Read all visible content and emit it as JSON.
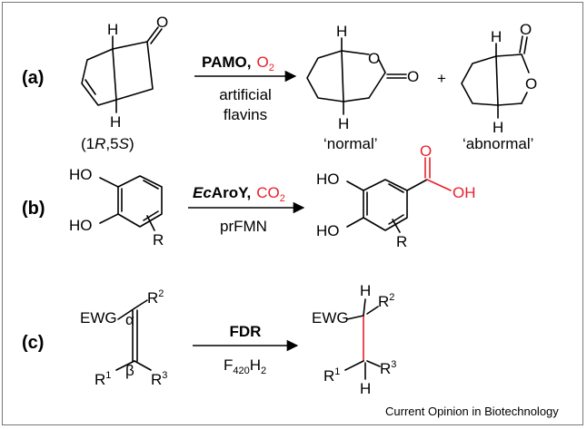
{
  "rows": {
    "a": {
      "label": "(a)",
      "reagent_enzyme": "PAMO",
      "reagent_comma": ",",
      "reagent_cosub": "O",
      "reagent_cosub_sub": "2",
      "below_1": "artificial",
      "below_2": "flavins",
      "substrate_config_pre": "(1",
      "substrate_config_r": "R",
      "substrate_config_mid": ",5",
      "substrate_config_s": "S",
      "substrate_config_post": ")",
      "product_normal": "‘normal’",
      "product_abnormal": "‘abnormal’",
      "plus": "+"
    },
    "b": {
      "label": "(b)",
      "reagent_enzyme_italic": "Ec",
      "reagent_enzyme": "AroY",
      "reagent_comma": ",",
      "reagent_cosub": "CO",
      "reagent_cosub_sub": "2",
      "below": "prFMN"
    },
    "c": {
      "label": "(c)",
      "reagent_enzyme": "FDR",
      "below_main": "F",
      "below_sub1": "420",
      "below_mid": "H",
      "below_sub2": "2"
    }
  },
  "atoms": {
    "H": "H",
    "O": "O",
    "HO": "HO",
    "OH": "OH",
    "R": "R",
    "R1": "R",
    "R1_sup": "1",
    "R2": "R",
    "R2_sup": "2",
    "R3": "R",
    "R3_sup": "3",
    "EWG": "EWG",
    "alpha": "α",
    "beta": "β"
  },
  "footer": "Current Opinion in Biotechnology",
  "colors": {
    "highlight": "#e8202a",
    "ink": "#000000",
    "frame": "#777777"
  }
}
